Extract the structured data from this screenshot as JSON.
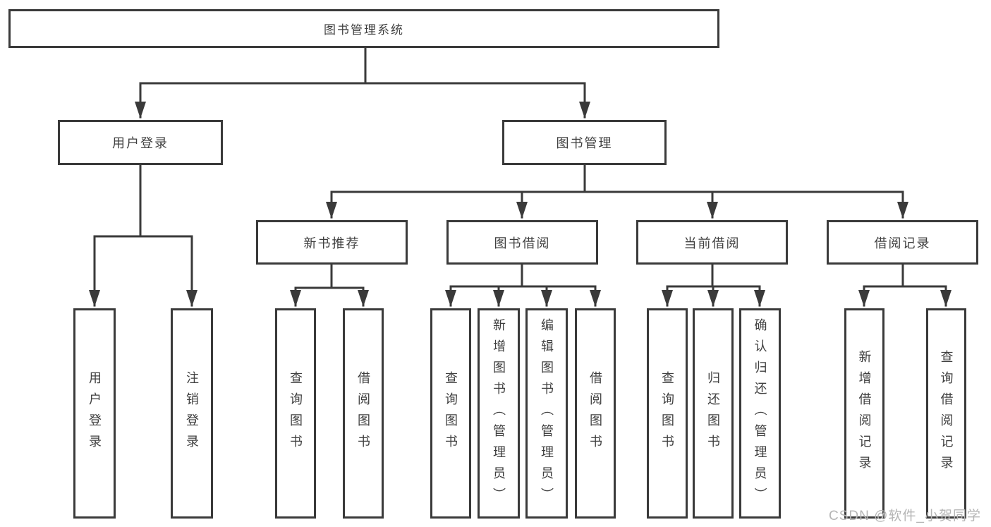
{
  "diagram_type": "tree",
  "tree": {
    "label": "图书管理系统",
    "children": [
      {
        "label": "用户登录",
        "children": [
          {
            "label": "用户登录"
          },
          {
            "label": "注销登录"
          }
        ]
      },
      {
        "label": "图书管理",
        "children": [
          {
            "label": "新书推荐",
            "children": [
              {
                "label": "查询图书"
              },
              {
                "label": "借阅图书"
              }
            ]
          },
          {
            "label": "图书借阅",
            "children": [
              {
                "label": "查询图书"
              },
              {
                "label": "新增图书（管理员）"
              },
              {
                "label": "编辑图书（管理员）"
              },
              {
                "label": "借阅图书"
              }
            ]
          },
          {
            "label": "当前借阅",
            "children": [
              {
                "label": "查询图书"
              },
              {
                "label": "归还图书"
              },
              {
                "label": "确认归还（管理员）"
              }
            ]
          },
          {
            "label": "借阅记录",
            "children": [
              {
                "label": "新增借阅记录"
              },
              {
                "label": "查询借阅记录"
              }
            ]
          }
        ]
      }
    ]
  },
  "watermark": "CSDN @软件_小贺同学",
  "colors": {
    "line": "#3a3a3a",
    "text": "#3f3f3f",
    "box_bg": "#ffffff",
    "watermark": "#b5b5b5",
    "background": "#ffffff"
  }
}
